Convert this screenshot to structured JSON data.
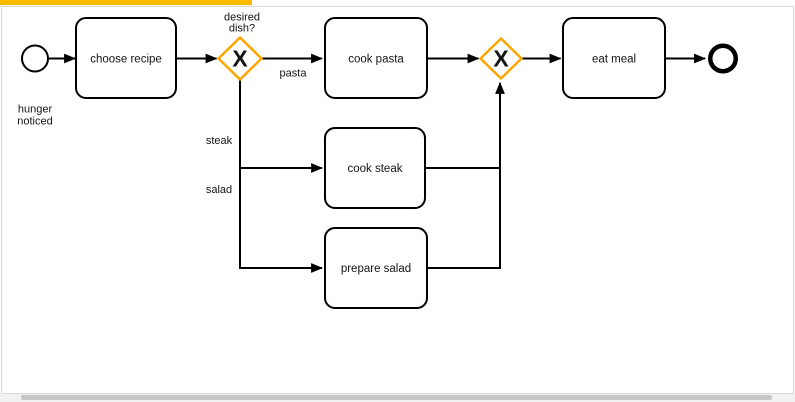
{
  "page": {
    "progress_bar": {
      "color": "#fbba00",
      "fraction_complete": 0.32
    },
    "scrollbar": {
      "track_color": "#f1f1f1",
      "thumb_color": "#c7c7c7"
    }
  },
  "diagram": {
    "type": "bpmn-process",
    "gateway_marker": "X",
    "colors": {
      "gateway_stroke": "#ffa500",
      "shape_stroke": "#000000",
      "shape_fill": "#ffffff",
      "flow_stroke": "#000000"
    },
    "start_event": {
      "label_lines": [
        "hunger",
        "noticed"
      ]
    },
    "end_event": {
      "label": ""
    },
    "tasks": {
      "choose_recipe": "choose recipe",
      "cook_pasta": "cook pasta",
      "cook_steak": "cook steak",
      "prepare_salad": "prepare salad",
      "eat_meal": "eat meal"
    },
    "gateways": {
      "split": {
        "kind": "exclusive-xor",
        "label_lines": [
          "desired",
          "dish?"
        ]
      },
      "merge": {
        "kind": "exclusive-xor"
      }
    },
    "flows": [
      {
        "from": "start_event",
        "to": "choose_recipe",
        "label": ""
      },
      {
        "from": "choose_recipe",
        "to": "gateway_split",
        "label": ""
      },
      {
        "from": "gateway_split",
        "to": "cook_pasta",
        "label": "pasta"
      },
      {
        "from": "gateway_split",
        "to": "cook_steak",
        "label": "steak"
      },
      {
        "from": "gateway_split",
        "to": "prepare_salad",
        "label": "salad"
      },
      {
        "from": "cook_pasta",
        "to": "gateway_merge",
        "label": ""
      },
      {
        "from": "cook_steak",
        "to": "gateway_merge",
        "label": ""
      },
      {
        "from": "prepare_salad",
        "to": "gateway_merge",
        "label": ""
      },
      {
        "from": "gateway_merge",
        "to": "eat_meal",
        "label": ""
      },
      {
        "from": "eat_meal",
        "to": "end_event",
        "label": ""
      }
    ]
  }
}
